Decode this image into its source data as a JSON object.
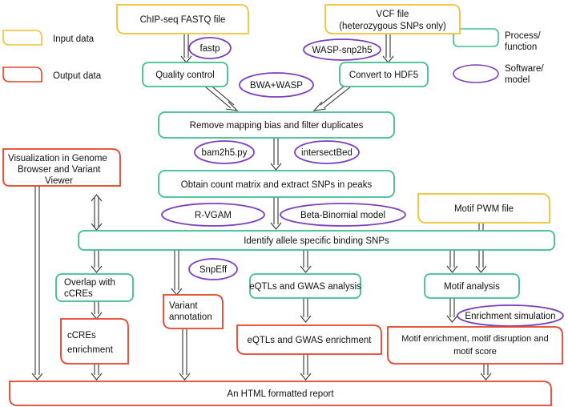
{
  "colors": {
    "input": "#f2c12e",
    "output": "#e8402a",
    "process": "#3dbf8f",
    "software": "#7b3fc4",
    "arrow": "#333333"
  },
  "legend": {
    "input": "Input data",
    "output": "Output data",
    "process": [
      "Process/",
      "function"
    ],
    "software": [
      "Software/",
      "model"
    ]
  },
  "inputs": {
    "chipseq": "ChIP-seq FASTQ file",
    "vcf": [
      "VCF file",
      "(heterozygous SNPs only)"
    ],
    "motif_pwm": "Motif PWM file"
  },
  "software": {
    "fastp": "fastp",
    "wasp_snp2h5": "WASP-snp2h5",
    "bwa_wasp": "BWA+WASP",
    "bam2h5": "bam2h5.py",
    "intersectbed": "intersectBed",
    "rvgam": "R-VGAM",
    "betabinomial": "Beta-Binomial model",
    "snpeff": "SnpEff",
    "enrichment_sim": "Enrichment simulation"
  },
  "processes": {
    "qc": "Quality control",
    "hdf5": "Convert to HDF5",
    "remove_bias": "Remove mapping bias and filter duplicates",
    "count_matrix": "Obtain count matrix and extract SNPs in peaks",
    "identify_asb": "Identify allele specific binding SNPs",
    "overlap_ccres": [
      "Overlap with",
      "cCREs"
    ],
    "eqtl_gwas": "eQTLs and GWAS analysis",
    "motif_analysis": "Motif analysis"
  },
  "outputs": {
    "visualization": [
      "Visualization in Genome",
      "Browser and Variant",
      "Viewer"
    ],
    "variant_annotation": [
      "Variant",
      "annotation"
    ],
    "ccres_enrichment": [
      "cCREs",
      "enrichment"
    ],
    "eqtl_gwas_enrichment": "eQTLs and GWAS enrichment",
    "motif_enrichment": [
      "Motif enrichment, motif disruption and",
      "motif score"
    ],
    "report": "An HTML formatted report"
  }
}
